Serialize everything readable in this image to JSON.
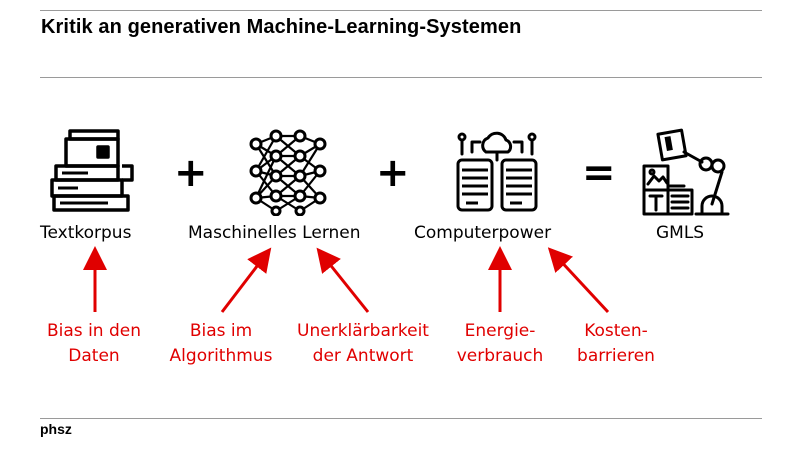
{
  "title": "Kritik an generativen Machine-Learning-Systemen",
  "components": [
    {
      "label": "Textkorpus",
      "icon": "books-icon"
    },
    {
      "label": "Maschinelles Lernen",
      "icon": "neural-network-icon"
    },
    {
      "label": "Computerpower",
      "icon": "server-cloud-icon"
    },
    {
      "label": "GMLS",
      "icon": "robot-arm-icon"
    }
  ],
  "operators": [
    "+",
    "+",
    "="
  ],
  "criticisms": [
    {
      "line1": "Bias in den",
      "line2": "Daten"
    },
    {
      "line1": "Bias im",
      "line2": "Algorithmus"
    },
    {
      "line1": "Unerklärbarkeit",
      "line2": "der Antwort"
    },
    {
      "line1": "Energie-",
      "line2": "verbrauch"
    },
    {
      "line1": "Kosten-",
      "line2": "barrieren"
    }
  ],
  "footer": "phsz",
  "colors": {
    "criticism": "#e00000",
    "rule": "#9a9a9a"
  }
}
